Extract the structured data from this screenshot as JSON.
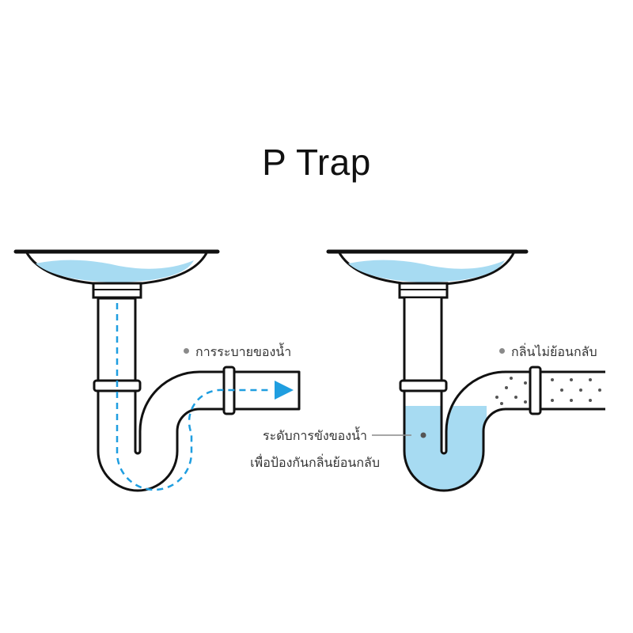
{
  "title": "P Trap",
  "left_panel": {
    "flow_label": "การระบายของน้ำ"
  },
  "right_panel": {
    "odor_label": "กลิ่นไม่ย้อนกลับ",
    "seal_label_line1": "ระดับการขังของน้ำ",
    "seal_label_line2": "เพื่อป้องกันกลิ่นย้อนกลับ"
  },
  "colors": {
    "water": "#a7dbf2",
    "flow_arrow": "#1f9ee0",
    "outline": "#111111",
    "bullet": "#8a8a8a"
  }
}
